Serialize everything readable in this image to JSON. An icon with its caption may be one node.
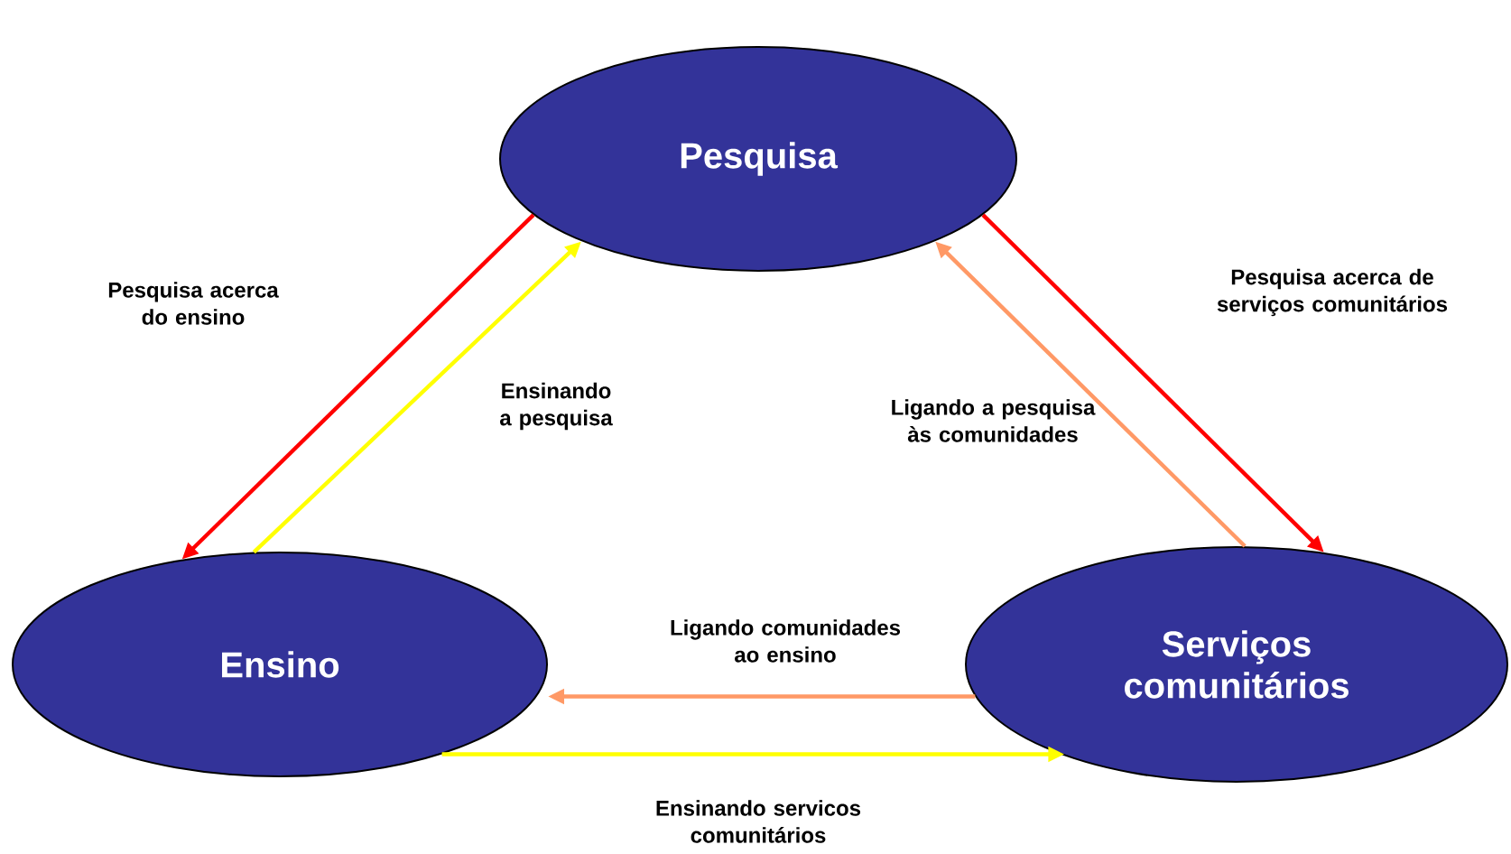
{
  "diagram": {
    "nodes": [
      {
        "text": [
          "Pesquisa"
        ]
      },
      {
        "text": [
          "Ensino"
        ]
      },
      {
        "text": [
          "Serviços comunitários"
        ]
      }
    ],
    "edges": [
      {
        "from": 0,
        "to": 1,
        "arrow": "to",
        "label": "Pesquisa acerca do ensino",
        "color": "#ff0000"
      },
      {
        "from": 1,
        "to": 0,
        "arrow": "to",
        "label": "Ensinando a pesquisa",
        "color": "#ffff00"
      },
      {
        "from": 0,
        "to": 2,
        "arrow": "to",
        "label": "Pesquisa acerca de serviços comunitários",
        "color": "#ff0000"
      },
      {
        "from": 2,
        "to": 0,
        "arrow": "to",
        "label": "Ligando a pesquisa às comunidades",
        "color": "#ff9966"
      },
      {
        "from": 2,
        "to": 1,
        "arrow": "to",
        "label": "Ligando comunidades ao ensino",
        "color": "#ff9966"
      },
      {
        "from": 1,
        "to": 2,
        "arrow": "to",
        "label": "Ensinando servicos comunitários",
        "color": "#ffff00"
      }
    ]
  }
}
